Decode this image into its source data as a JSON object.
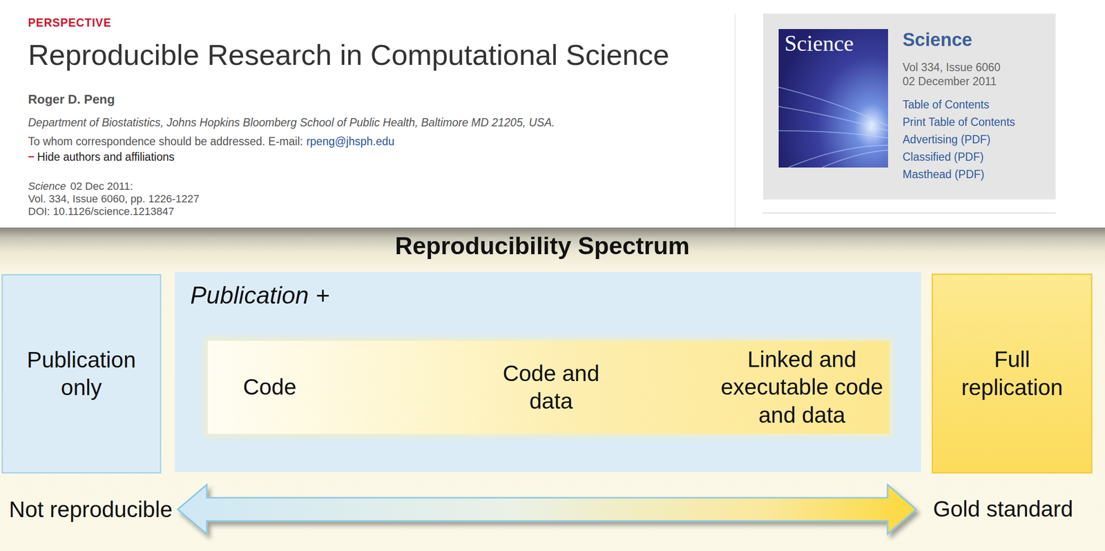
{
  "diagram": {
    "title": "Reproducibility Spectrum",
    "nodes": [
      {
        "text": [
          "Publication only"
        ]
      },
      {
        "text": [
          "Publication +"
        ]
      },
      {
        "text": [
          "Code",
          "Code and data",
          "Linked and executable code and data"
        ],
        "in": 1
      },
      {
        "text": [
          "Full replication"
        ]
      }
    ],
    "labels": [
      "PERSPECTIVE",
      "Reproducible Research in Computational Science",
      "Roger D. Peng",
      "Department of Biostatistics, Johns Hopkins Bloomberg School of Public Health, Baltimore MD 21205, USA.",
      "To whom correspondence should be addressed. E-mail:",
      "rpeng@jhsph.edu",
      "–",
      "Hide authors and affiliations",
      "Science",
      "02 Dec 2011:",
      "Vol. 334, Issue 6060, pp. 1226-1227",
      "DOI: 10.1126/science.1213847",
      "Science",
      "Science",
      "Vol 334, Issue 6060",
      "02 December 2011",
      "Table of Contents",
      "Print Table of Contents",
      "Advertising (PDF)",
      "Classified (PDF)",
      "Masthead (PDF)",
      "Not reproducible",
      "Gold standard"
    ]
  }
}
